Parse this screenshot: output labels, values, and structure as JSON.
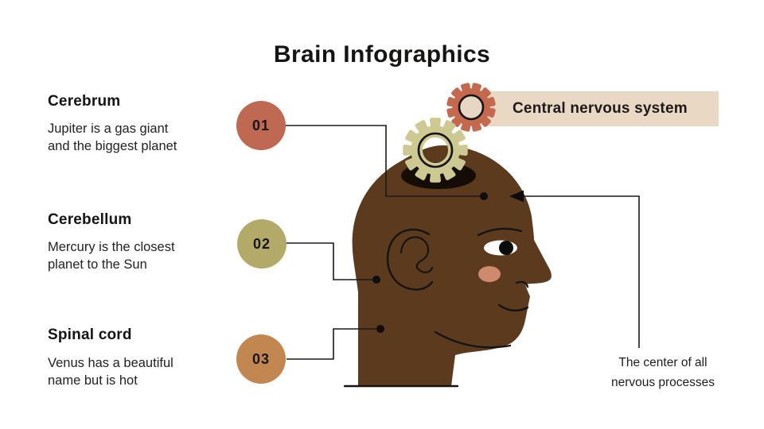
{
  "slide": {
    "title": "Brain Infographics",
    "sections": [
      {
        "number": "01",
        "heading": "Cerebrum",
        "body_lines": [
          "Jupiter is a gas giant",
          "and the biggest planet"
        ],
        "badge_color": "#bf6952"
      },
      {
        "number": "02",
        "heading": "Cerebellum",
        "body_lines": [
          "Mercury is the closest",
          "planet to the Sun"
        ],
        "badge_color": "#b3aa6a"
      },
      {
        "number": "03",
        "heading": "Spinal cord",
        "body_lines": [
          "Venus has a beautiful",
          "name but is hot"
        ],
        "badge_color": "#c28750"
      }
    ],
    "callout": {
      "label": "Central nervous system",
      "bg_color": "#e9d8c4"
    },
    "caption": {
      "lines": [
        "The center of all",
        "nervous processes"
      ]
    },
    "illustration": {
      "head_color": "#5b3a1e",
      "cheek_color": "#cf8a6e",
      "hole_color": "#150c06",
      "gear_olive_color": "#cec892",
      "gear_red_color": "#c4694e",
      "gear_red_center_color": "#e7d6c3",
      "outline_color": "#141414",
      "connector_color": "#1a1a1a"
    }
  }
}
